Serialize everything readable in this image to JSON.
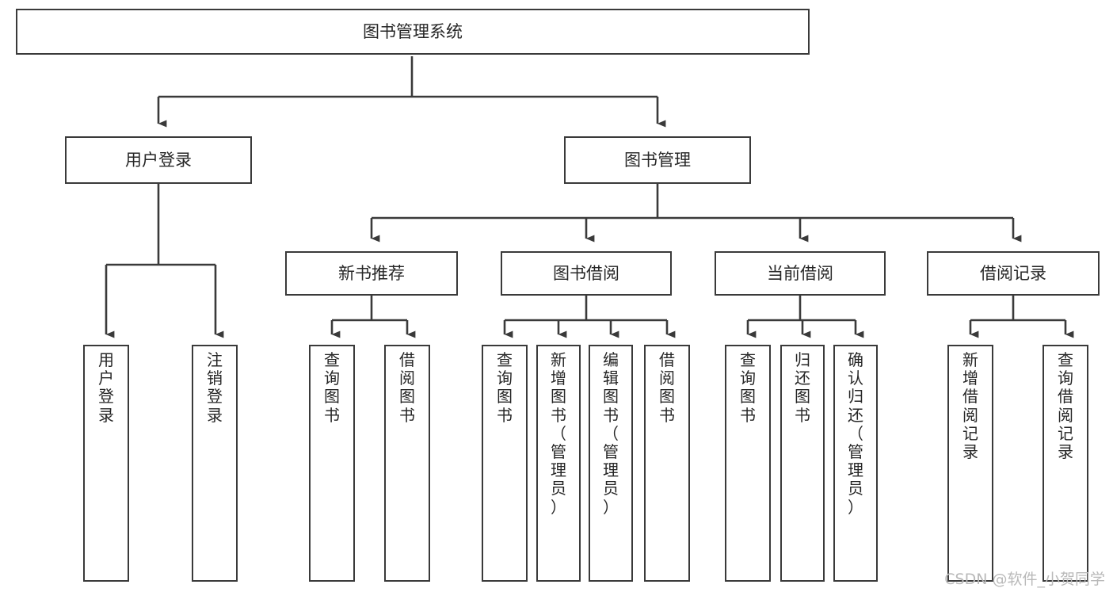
{
  "diagram": {
    "type": "tree-hierarchy",
    "title": "图书管理系统",
    "orientation": "top-down",
    "box_fill": "#ffffff",
    "box_stroke": "#3a3a3a",
    "connector_color": "#3a3a3a",
    "text_color": "#262626"
  },
  "nodes": {
    "root": {
      "label": "图书管理系统",
      "level": 1
    },
    "l2": [
      {
        "label": "用户登录",
        "level": 2
      },
      {
        "label": "图书管理",
        "level": 2
      }
    ],
    "l3": [
      {
        "label": "新书推荐",
        "level": 3
      },
      {
        "label": "图书借阅",
        "level": 3
      },
      {
        "label": "当前借阅",
        "level": 3
      },
      {
        "label": "借阅记录",
        "level": 3
      }
    ],
    "leaves": {
      "user_login": [
        {
          "label": "用户登录"
        },
        {
          "label": "注销登录"
        }
      ],
      "new_book": [
        {
          "label": "查询图书"
        },
        {
          "label": "借阅图书"
        }
      ],
      "book_borrow": [
        {
          "label": "查询图书"
        },
        {
          "label": "新增图书（管理员）"
        },
        {
          "label": "编辑图书（管理员）"
        },
        {
          "label": "借阅图书"
        }
      ],
      "current_borrow": [
        {
          "label": "查询图书"
        },
        {
          "label": "归还图书"
        },
        {
          "label": "确认归还（管理员）"
        }
      ],
      "borrow_record": [
        {
          "label": "新增借阅记录"
        },
        {
          "label": "查询借阅记录"
        }
      ]
    }
  },
  "watermark": {
    "text": "CSDN @软件_小贺同学"
  }
}
